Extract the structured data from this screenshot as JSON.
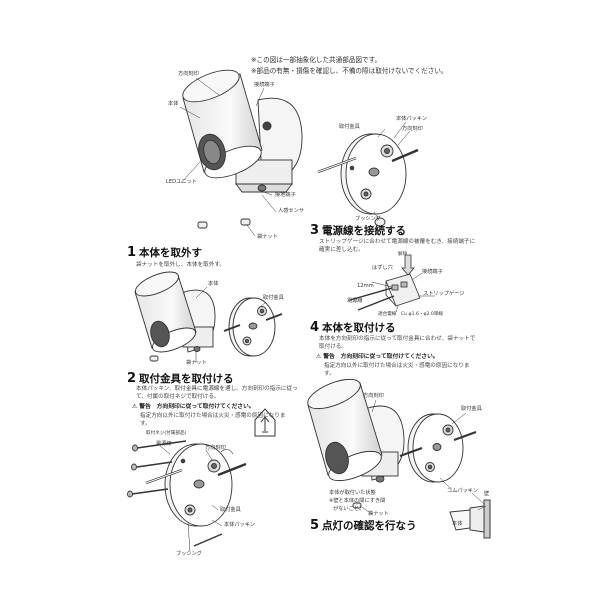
{
  "notes": [
    "※この図は一部抽象化した共通部品図です。",
    "※部品の有無・損傷を確認し、不備の際は取付けないでください。"
  ],
  "overview": {
    "labels": {
      "direction_mark": "方向刻印",
      "body": "本体",
      "terminal": "接続端子",
      "led_unit": "LEDユニット",
      "ground_terminal": "接地端子",
      "sensor": "人感センサ",
      "nut": "袋ナット",
      "bracket": "取付金具",
      "packing": "本体パッキン",
      "direction_mark_2": "方向刻印",
      "bushing": "ブッシング"
    }
  },
  "step1": {
    "num": "1",
    "title": "本体を取外す",
    "text": "袋ナットを取外し、本体を取外す。",
    "labels": {
      "body": "本体",
      "bracket": "取付金具",
      "nut": "袋ナット"
    }
  },
  "step2": {
    "num": "2",
    "title": "取付金具を取付ける",
    "text": "本体パッキン、取付金具に電源線を通し、方向刻印の指示に従って、付属の取付ネジで取付ける。",
    "warning": "⚠ 警告　方向刻印に従って取付けてください。",
    "warning_sub": "指定方向以外に取付けた場合は火災・感電の原因になります。",
    "labels": {
      "screw": "取付ネジ(付属部品)",
      "power_cable": "電源線",
      "direction_mark": "方向刻印",
      "bracket": "取付金具",
      "packing": "本体パッキン",
      "bushing": "ブッシング"
    },
    "icon": "house-up-icon"
  },
  "step3": {
    "num": "3",
    "title": "電源線を接続する",
    "text": "ストリップゲージに合わせて電源線の被覆をむき、接続端子に確実に差し込む。",
    "labels": {
      "release": "解除",
      "hole": "はずし穴",
      "terminal": "接続端子",
      "length": "12mm",
      "strip_gauge": "ストリップゲージ",
      "power_cable": "電源線",
      "wire_spec": "適合電線　Cu φ1.6・φ2.0単線"
    }
  },
  "step4": {
    "num": "4",
    "title": "本体を取付ける",
    "text": "本体を方向刻印の指示に従って取付金具に合わせ、袋ナットで取付ける。",
    "warning": "⚠ 警告　方向刻印に従って取付けてください。",
    "warning_sub": "指定方向以外に取付けた場合は火災・感電の原因になります。",
    "labels": {
      "direction_mark": "方向刻印",
      "bracket": "取付金具",
      "nut": "袋ナット",
      "rubber_packing": "ゴムパッキン",
      "wall": "壁",
      "body": "本体",
      "mounted_state": "本体が取付いた状態",
      "gap_note1": "※壁と本体の間にすき間",
      "gap_note2": "がないこと。"
    }
  },
  "step5": {
    "num": "5",
    "title": "点灯の確認を行なう"
  }
}
